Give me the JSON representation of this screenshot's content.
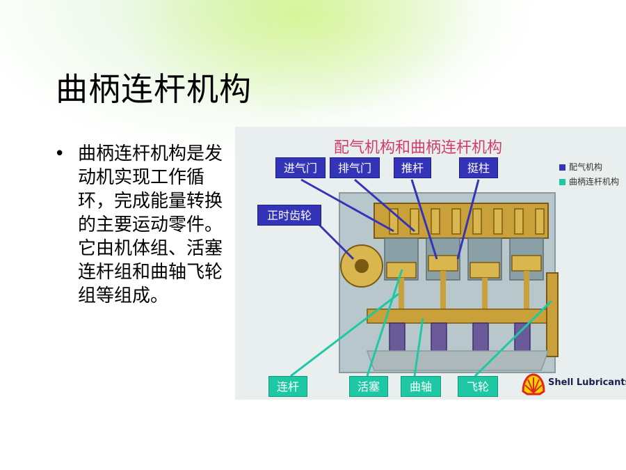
{
  "slide": {
    "title": "曲柄连杆机构",
    "bullet_marker": "•",
    "bullet_text": "曲柄连杆机构是发动机实现工作循环，完成能量转换的主要运动零件。它由机体组、活塞连杆组和曲轴飞轮组等组成。"
  },
  "figure": {
    "title": "配气机构和曲柄连杆机构",
    "callouts_valve_train": [
      "进气门",
      "排气门",
      "推杆",
      "挺柱",
      "正时齿轮"
    ],
    "callouts_crank": [
      "连杆",
      "活塞",
      "曲轴",
      "飞轮"
    ],
    "legend": [
      {
        "label": "配气机构",
        "color": "#3434b8"
      },
      {
        "label": "曲柄连杆机构",
        "color": "#1fc8a4"
      }
    ],
    "brand": "Shell Lubricants"
  },
  "colors": {
    "valve_train": "#3434b8",
    "crank_mechanism": "#1fc8a4",
    "figure_title": "#d23c6c",
    "engine_body": "#c9a03a"
  }
}
